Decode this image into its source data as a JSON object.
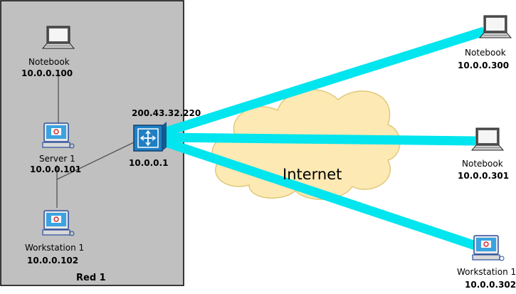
{
  "network": {
    "name": "Red 1",
    "router": {
      "public_ip": "200.43.32.220",
      "private_ip": "10.0.0.1",
      "icon": "router-icon"
    },
    "nodes": [
      {
        "label": "Notebook",
        "ip": "10.0.0.100",
        "icon": "laptop-icon"
      },
      {
        "label": "Server 1",
        "ip": "10.0.0.101",
        "icon": "server-workstation-icon"
      },
      {
        "label": "Workstation 1",
        "ip": "10.0.0.102",
        "icon": "workstation-icon"
      }
    ]
  },
  "internet": {
    "label": "Internet",
    "icon": "cloud-icon"
  },
  "remote": [
    {
      "label": "Notebook",
      "ip": "10.0.0.300",
      "icon": "laptop-icon"
    },
    {
      "label": "Notebook",
      "ip": "10.0.0.301",
      "icon": "laptop-icon"
    },
    {
      "label": "Workstation 1",
      "ip": "10.0.0.302",
      "icon": "workstation-icon"
    }
  ],
  "colors": {
    "lan_box": "#c0c0c0",
    "link_tunnel": "#00e5ee",
    "cloud_fill": "#fde9b3",
    "cloud_stroke": "#e0c97a",
    "router_blue": "#1f7fc4",
    "screen_blue": "#3aa3e0"
  }
}
